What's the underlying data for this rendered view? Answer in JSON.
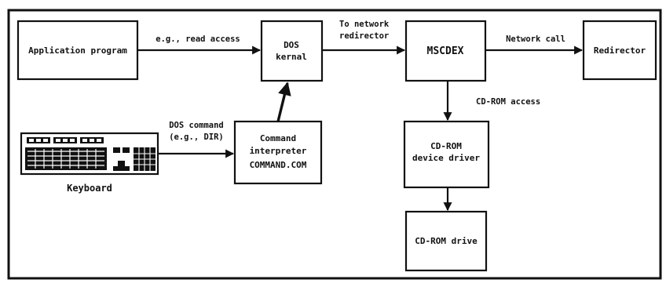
{
  "nodes": {
    "application": "Application program",
    "dos_kernel": [
      "DOS",
      "kernal"
    ],
    "mscdex": "MSCDEX",
    "redirector": "Redirector",
    "command_interpreter": [
      "Command",
      "interpreter",
      "COMMAND.COM"
    ],
    "cdrom_driver": [
      "CD-ROM",
      "device driver"
    ],
    "cdrom_drive": "CD-ROM drive",
    "keyboard": "Keyboard"
  },
  "edges": {
    "read_access": "e.g., read access",
    "to_network": [
      "To network",
      "redirector"
    ],
    "network_call": "Network call",
    "cdrom_access": "CD-ROM access",
    "dos_command": [
      "DOS command",
      "(e.g., DIR)"
    ]
  },
  "icons": {
    "keyboard": "keyboard-icon"
  }
}
